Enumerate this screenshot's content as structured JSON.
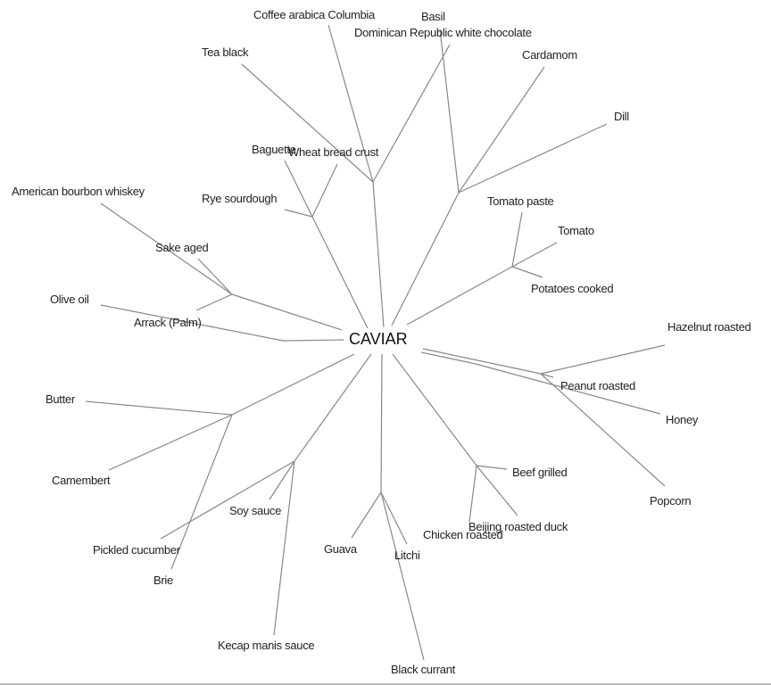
{
  "diagram": {
    "type": "radial-tree",
    "line_color": "#888888",
    "root": "CAVIAR",
    "groups": [
      {
        "leaves": [
          "American bourbon whiskey",
          "Sake aged",
          "Arrack (Palm)"
        ]
      },
      {
        "leaves": [
          "Olive oil"
        ]
      },
      {
        "leaves": [
          "Baguette",
          "Wheat bread crust",
          "Rye sourdough"
        ]
      },
      {
        "leaves": [
          "Coffee arabica Columbia",
          "Tea black",
          "Dominican Republic white chocolate"
        ]
      },
      {
        "leaves": [
          "Basil",
          "Cardamom",
          "Dill"
        ]
      },
      {
        "leaves": [
          "Tomato paste",
          "Tomato",
          "Potatoes cooked"
        ]
      },
      {
        "leaves": [
          "Hazelnut roasted",
          "Peanut roasted",
          "Popcorn"
        ]
      },
      {
        "leaves": [
          "Honey"
        ]
      },
      {
        "leaves": [
          "Butter",
          "Camembert",
          "Brie"
        ]
      },
      {
        "leaves": [
          "Pickled cucumber",
          "Soy sauce",
          "Kecap manis sauce"
        ]
      },
      {
        "leaves": [
          "Guava",
          "Litchi",
          "Black currant"
        ]
      },
      {
        "leaves": [
          "Beef grilled",
          "Chicken roasted",
          "Beijing roasted duck"
        ]
      }
    ]
  }
}
